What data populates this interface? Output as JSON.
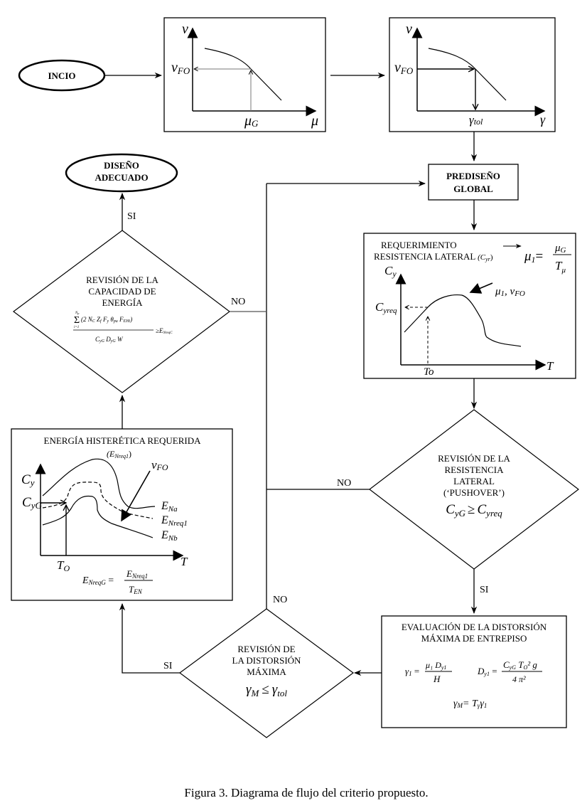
{
  "nodes": {
    "start": {
      "label": "INCIO"
    },
    "end": {
      "line1": "DISEÑO",
      "line2": "ADECUADO"
    },
    "predesign": {
      "line1": "PREDISEÑO",
      "line2": "GLOBAL"
    },
    "chart_mu": {
      "y_axis": "ν",
      "y_mark": "ν",
      "y_mark_sub": "FO",
      "x_axis": "μ",
      "x_mark": "μ",
      "x_mark_sub": "G"
    },
    "chart_gamma": {
      "y_axis": "ν",
      "y_mark": "ν",
      "y_mark_sub": "FO",
      "x_axis": "γ",
      "x_mark": "γ",
      "x_mark_sub": "tol"
    },
    "lateral_requirement": {
      "title_line1": "REQUERIMIENTO",
      "title_line2": "RESISTENCIA LATERAL",
      "title_symbol": "(C",
      "title_symbol_sub": "yr",
      "title_symbol_close": ")",
      "formula_lhs": "μ",
      "formula_lhs_sub": "1",
      "formula_eq": "=",
      "formula_num": "μ",
      "formula_num_sub": "G",
      "formula_den": "T",
      "formula_den_sub": "μ",
      "y_axis": "C",
      "y_axis_sub": "y",
      "y_mark": "C",
      "y_mark_sub": "yreq",
      "x_axis": "T",
      "x_mark": "To",
      "curve_label": "μ",
      "curve_label_sub": "1",
      "curve_label_rest": ", ν",
      "curve_label_rest_sub": "FO"
    },
    "lateral_check": {
      "line1": "REVISIÓN DE LA",
      "line2": "RESISTENCIA",
      "line3": "LATERAL",
      "line4": "(‘PUSHOVER’)",
      "cond_lhs": "C",
      "cond_lhs_sub": "yG",
      "cond_op": "≥",
      "cond_rhs": "C",
      "cond_rhs_sub": "yreq"
    },
    "drift_eval": {
      "line1": "EVALUACIÓN DE LA DISTORSIÓN",
      "line2": "MÁXIMA DE ENTREPISO",
      "f1_lhs": "γ",
      "f1_lhs_sub": "1",
      "f1_num": "μ₁ D",
      "f1_num_sub": "y1",
      "f1_den": "H",
      "f2_lhs": "D",
      "f2_lhs_sub": "y1",
      "f2_num": "C",
      "f2_num_sub": "yG",
      "f2_num_rest": " T",
      "f2_num_rest_sub": "O",
      "f2_num_tail": "² g",
      "f2_den": "4 π²",
      "f3": "γ",
      "f3_sub": "M",
      "f3_rhs": "= T",
      "f3_rhs_sub": "γ",
      "f3_tail": "γ",
      "f3_tail_sub": "1"
    },
    "drift_check": {
      "line1": "REVISIÓN DE",
      "line2": "LA DISTORSIÓN",
      "line3": "MÁXIMA",
      "cond_lhs": "γ",
      "cond_lhs_sub": "M",
      "cond_op": "≤",
      "cond_rhs": "γ",
      "cond_rhs_sub": "tol"
    },
    "hysteretic": {
      "title": "ENERGÍA HISTERÉTICA REQUERIDA",
      "subtitle": "(E",
      "subtitle_sub": "Nreq1",
      "subtitle_close": ")",
      "y_axis": "C",
      "y_axis_sub": "y",
      "y_mark": "C",
      "y_mark_sub": "yG",
      "x_axis": "T",
      "x_mark": "T",
      "x_mark_sub": "O",
      "arrow_label": "ν",
      "arrow_label_sub": "FO",
      "curves": [
        {
          "name": "E",
          "sub": "Na",
          "style": "solid"
        },
        {
          "name": "E",
          "sub": "Nreq1",
          "style": "dashed"
        },
        {
          "name": "E",
          "sub": "Nb",
          "style": "solid"
        }
      ],
      "formula_lhs": "E",
      "formula_lhs_sub": "NreqG",
      "formula_num": "E",
      "formula_num_sub": "Nreq1",
      "formula_den": "T",
      "formula_den_sub": "EN"
    },
    "energy_check": {
      "line1": "REVISIÓN DE LA",
      "line2": "CAPACIDAD DE",
      "line3": "ENERGÍA",
      "sum_upper": "N",
      "sum_upper_sub": "p",
      "sum_lower": "i=1",
      "sum_symbol": "Σ",
      "numerator": "(2 N",
      "numerator_parts": [
        "C",
        " Z",
        "f",
        " F",
        "y",
        " θ",
        "pu",
        " F",
        "EHi",
        ")"
      ],
      "denominator": "C",
      "denominator_parts": [
        "yG",
        " D",
        "yG",
        " W"
      ],
      "rhs": "≥E",
      "rhs_sub": "NreqC"
    }
  },
  "edge_labels": {
    "si_end": "SI",
    "no_energy": "NO",
    "no_lateral": "NO",
    "si_lateral": "SI",
    "no_drift": "NO",
    "si_drift": "SI"
  },
  "caption": "Figura 3. Diagrama de flujo del criterio propuesto."
}
